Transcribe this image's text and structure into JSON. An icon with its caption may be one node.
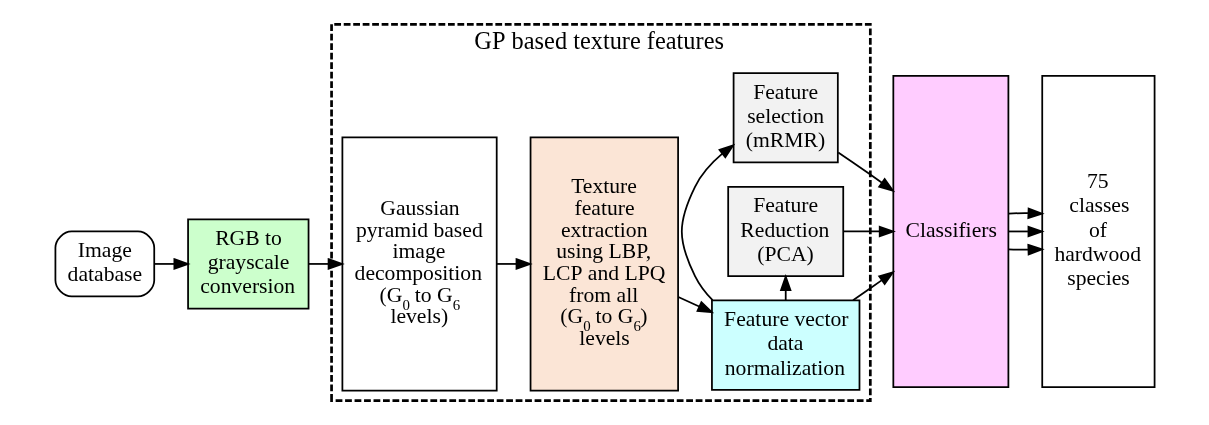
{
  "diagram": {
    "nodes": [
      {
        "text": [
          "Image database"
        ]
      },
      {
        "text": [
          "RGB to grayscale conversion"
        ]
      },
      {
        "text": [
          "GP based texture features"
        ]
      },
      {
        "text": [
          "Gaussian pyramid based image decomposition (G$_{0}$ to G$_{6}$ levels)"
        ],
        "in": 2
      },
      {
        "text": [
          "Texture feature extraction using LBP, LCP and LPQ from all (G$_{0}$ to G$_{6}$) levels"
        ],
        "in": 2
      },
      {
        "text": [
          "Feature selection (mRMR)"
        ],
        "in": 2
      },
      {
        "text": [
          "Feature vector data normalization"
        ],
        "in": 2
      },
      {
        "text": [
          "Feature Reduction (PCA)"
        ],
        "in": 2
      },
      {
        "text": [
          "Classifiers"
        ]
      },
      {
        "text": [
          "75 classes of hardwood species"
        ]
      }
    ],
    "edges": [
      {
        "from": 0,
        "to": 1,
        "arrow": "to"
      },
      {
        "from": 1,
        "to": 3,
        "arrow": "to"
      },
      {
        "from": 3,
        "to": 4,
        "arrow": "to"
      },
      {
        "from": 4,
        "to": 6,
        "arrow": "to"
      },
      {
        "from": 6,
        "to": 5,
        "arrow": "to"
      },
      {
        "from": 6,
        "to": 7,
        "arrow": "to"
      },
      {
        "from": 5,
        "to": 8,
        "arrow": "to"
      },
      {
        "from": 6,
        "to": 8,
        "arrow": "to"
      },
      {
        "from": 7,
        "to": 8,
        "arrow": "to"
      },
      {
        "from": 8,
        "to": 9,
        "arrow": "to"
      },
      {
        "from": 8,
        "to": 9,
        "arrow": "to"
      },
      {
        "from": 8,
        "to": 9,
        "arrow": "to"
      }
    ]
  }
}
